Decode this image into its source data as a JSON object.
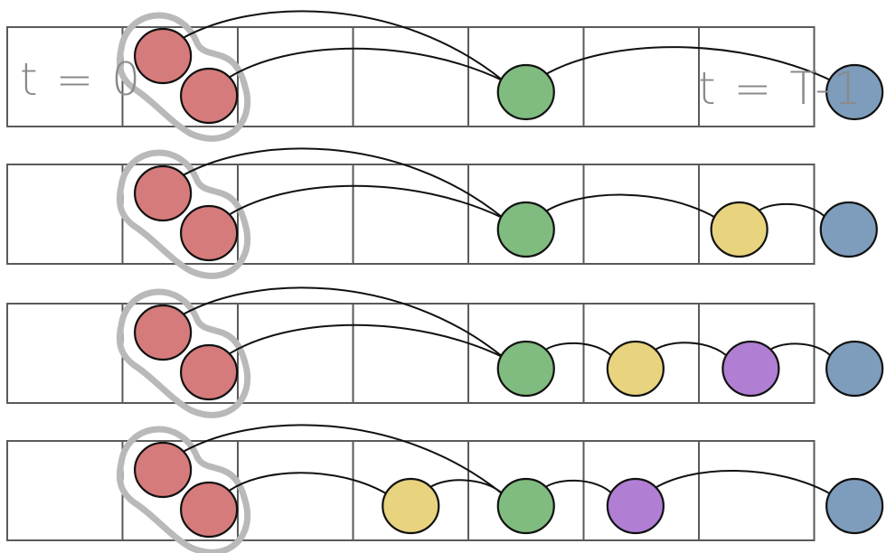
{
  "labels": {
    "start": "t = 0",
    "end": "t = T-1"
  },
  "colors": {
    "red": "#d67b7b",
    "green": "#80bb80",
    "yellow": "#e8d37e",
    "purple": "#b07fd3",
    "blue": "#7e9dbd"
  },
  "rows": [
    {
      "nodes": [
        {
          "id": "a",
          "color": "red",
          "slot": 1.35
        },
        {
          "id": "b",
          "color": "red",
          "slot": 1.75
        },
        {
          "id": "g",
          "color": "green",
          "slot": 4.5
        },
        {
          "id": "e",
          "color": "blue",
          "slot": 7.35
        }
      ],
      "edges": [
        [
          "a",
          "g"
        ],
        [
          "b",
          "g"
        ],
        [
          "g",
          "e"
        ]
      ]
    },
    {
      "nodes": [
        {
          "id": "a",
          "color": "red",
          "slot": 1.35
        },
        {
          "id": "b",
          "color": "red",
          "slot": 1.75
        },
        {
          "id": "g",
          "color": "green",
          "slot": 4.5
        },
        {
          "id": "y",
          "color": "yellow",
          "slot": 6.35
        },
        {
          "id": "e",
          "color": "blue",
          "slot": 7.3
        }
      ],
      "edges": [
        [
          "a",
          "g"
        ],
        [
          "b",
          "g"
        ],
        [
          "g",
          "y"
        ],
        [
          "y",
          "e"
        ]
      ]
    },
    {
      "nodes": [
        {
          "id": "a",
          "color": "red",
          "slot": 1.35
        },
        {
          "id": "b",
          "color": "red",
          "slot": 1.75
        },
        {
          "id": "g",
          "color": "green",
          "slot": 4.5
        },
        {
          "id": "y",
          "color": "yellow",
          "slot": 5.45
        },
        {
          "id": "p",
          "color": "purple",
          "slot": 6.45
        },
        {
          "id": "e",
          "color": "blue",
          "slot": 7.35
        }
      ],
      "edges": [
        [
          "a",
          "g"
        ],
        [
          "b",
          "g"
        ],
        [
          "g",
          "y"
        ],
        [
          "y",
          "p"
        ],
        [
          "p",
          "e"
        ]
      ]
    },
    {
      "nodes": [
        {
          "id": "a",
          "color": "red",
          "slot": 1.35
        },
        {
          "id": "b",
          "color": "red",
          "slot": 1.75
        },
        {
          "id": "y",
          "color": "yellow",
          "slot": 3.5
        },
        {
          "id": "g",
          "color": "green",
          "slot": 4.5
        },
        {
          "id": "p",
          "color": "purple",
          "slot": 5.45
        },
        {
          "id": "e",
          "color": "blue",
          "slot": 7.35
        }
      ],
      "edges": [
        [
          "a",
          "g"
        ],
        [
          "b",
          "y"
        ],
        [
          "y",
          "g"
        ],
        [
          "g",
          "p"
        ],
        [
          "p",
          "e"
        ]
      ]
    }
  ]
}
